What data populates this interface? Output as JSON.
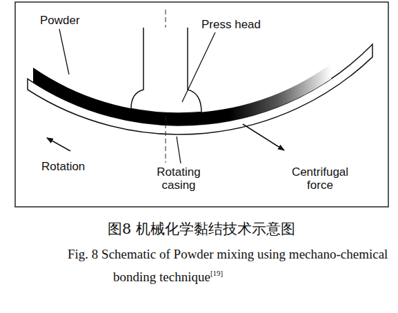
{
  "diagram": {
    "caption": "图8 机械化学黏结技术示意图",
    "labels": [
      "Powder",
      "Press head",
      "Rotation",
      "Rotating casing",
      "Centrifugal force",
      "Fig. 8 Schematic of Powder mixing using mechano-chemical bonding technique",
      "[19]"
    ]
  }
}
